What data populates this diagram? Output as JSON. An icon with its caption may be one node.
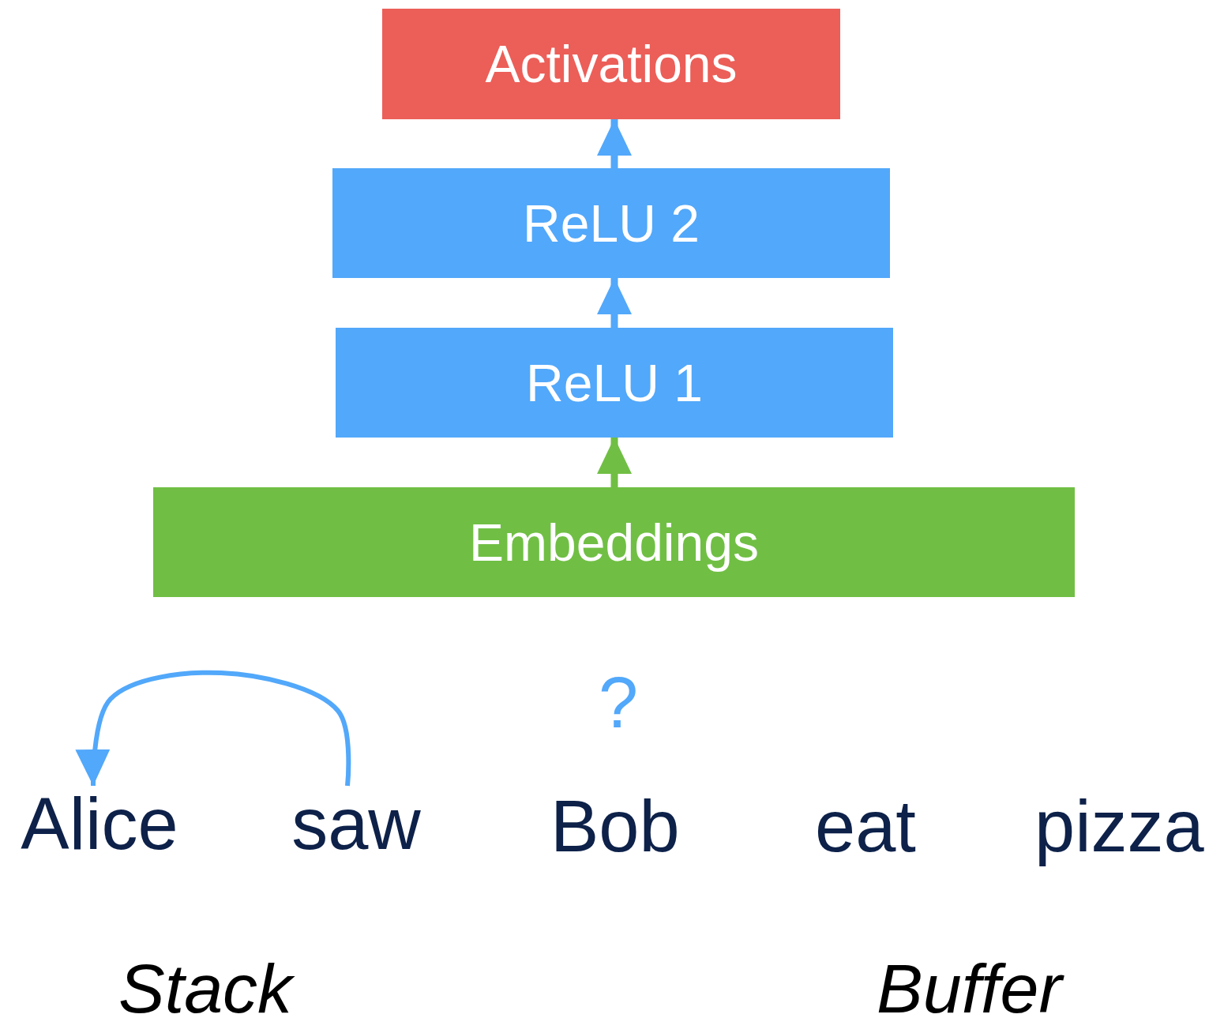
{
  "diagram": {
    "nodes": [
      {
        "text": [
          "Activations"
        ]
      },
      {
        "text": [
          "ReLU 2"
        ]
      },
      {
        "text": [
          "ReLU 1"
        ]
      },
      {
        "text": [
          "Embeddings"
        ]
      },
      {
        "text": [
          "Alice"
        ]
      },
      {
        "text": [
          "saw"
        ]
      }
    ],
    "edges": [
      {
        "from": 3,
        "to": 2,
        "arrow": "to",
        "color": "#70bf44"
      },
      {
        "from": 2,
        "to": 1,
        "arrow": "to"
      },
      {
        "from": 1,
        "to": 0,
        "arrow": "to"
      },
      {
        "from": 5,
        "to": 4,
        "arrow": "to"
      }
    ],
    "labels": [
      "?",
      "Bob",
      "eat",
      "pizza",
      "Stack",
      "Buffer"
    ]
  }
}
